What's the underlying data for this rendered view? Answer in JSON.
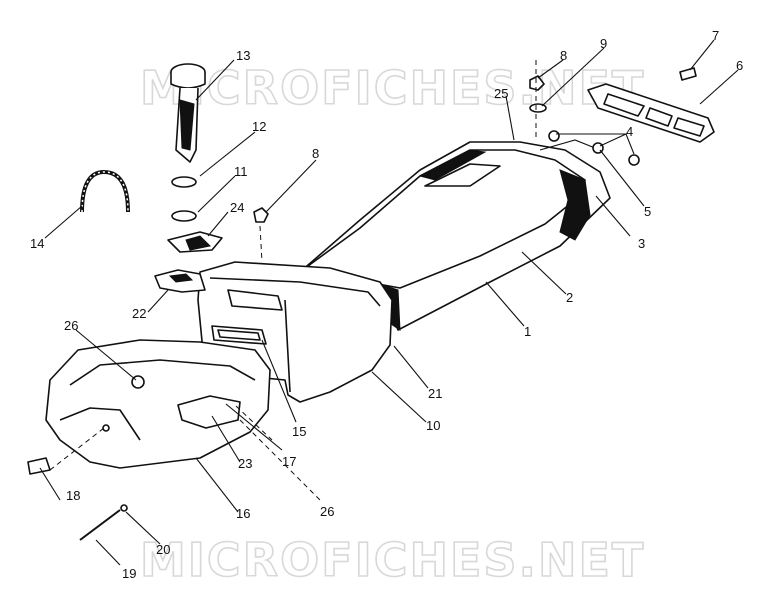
{
  "watermark": {
    "top": "MICROFICHES.NET",
    "bottom": "MICROFICHES.NET"
  },
  "callouts": [
    "13",
    "12",
    "11",
    "24",
    "14",
    "8",
    "22",
    "26",
    "15",
    "23",
    "17",
    "16",
    "26",
    "18",
    "20",
    "19",
    "25",
    "8",
    "9",
    "7",
    "6",
    "4",
    "5",
    "3",
    "2",
    "1",
    "21",
    "10"
  ],
  "colors": {
    "line": "#111111",
    "watermark": "#d8d8d8",
    "background": "#ffffff"
  }
}
